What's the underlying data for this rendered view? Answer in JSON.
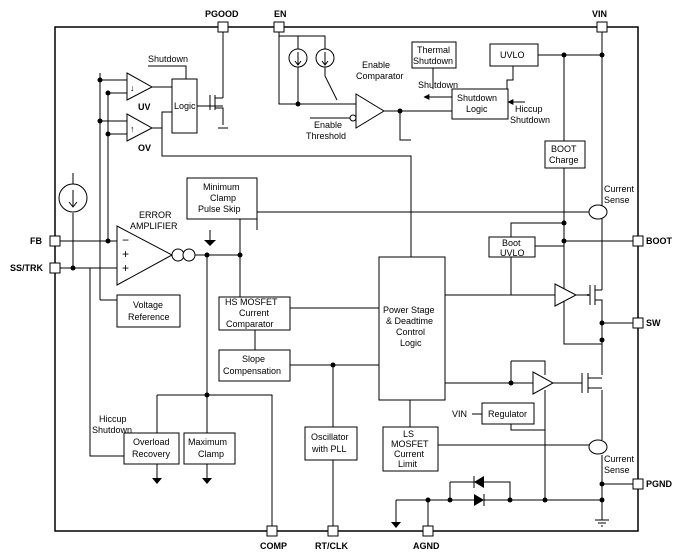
{
  "pins": {
    "pgood": "PGOOD",
    "en": "EN",
    "vin": "VIN",
    "fb": "FB",
    "ss_trk": "SS/TRK",
    "boot": "BOOT",
    "sw": "SW",
    "pgnd": "PGND",
    "comp": "COMP",
    "rt_clk": "RT/CLK",
    "agnd": "AGND"
  },
  "blocks": {
    "logic": "Logic",
    "thermal_shutdown": [
      "Thermal",
      "Shutdown"
    ],
    "uvlo": "UVLO",
    "shutdown_logic": [
      "Shutdown",
      "Logic"
    ],
    "boot_charge": [
      "BOOT",
      "Charge"
    ],
    "min_clamp": [
      "Minimum",
      "Clamp",
      "Pulse Skip"
    ],
    "boot_uvlo": [
      "Boot",
      "UVLO"
    ],
    "voltage_reference": [
      "Voltage",
      "Reference"
    ],
    "hs_comparator": [
      "HS MOSFET",
      "Current",
      "Comparator"
    ],
    "power_stage": [
      "Power Stage",
      "& Deadtime",
      "Control",
      "Logic"
    ],
    "slope_compensation": [
      "Slope",
      "Compensation"
    ],
    "regulator": "Regulator",
    "overload_recovery": [
      "Overload",
      "Recovery"
    ],
    "maximum_clamp": [
      "Maximum",
      "Clamp"
    ],
    "oscillator": [
      "Oscillator",
      "with PLL"
    ],
    "ls_current_limit": [
      "LS",
      "MOSFET",
      "Current",
      "Limit"
    ]
  },
  "labels": {
    "shutdown_top": "Shutdown",
    "uv": "UV",
    "ov": "OV",
    "enable_comparator": [
      "Enable",
      "Comparator"
    ],
    "enable_threshold": [
      "Enable",
      "Threshold"
    ],
    "shutdown_arrow": "Shutdown",
    "hiccup_shutdown_right": [
      "Hiccup",
      "Shutdown"
    ],
    "error_amplifier": [
      "ERROR",
      "AMPLIFIER"
    ],
    "current_sense_top": [
      "Current",
      "Sense"
    ],
    "current_sense_bottom": [
      "Current",
      "Sense"
    ],
    "hiccup_shutdown_left": [
      "Hiccup",
      "Shutdown"
    ],
    "vin_regulator": "VIN",
    "amp_minus": "−",
    "amp_plus": "+"
  }
}
